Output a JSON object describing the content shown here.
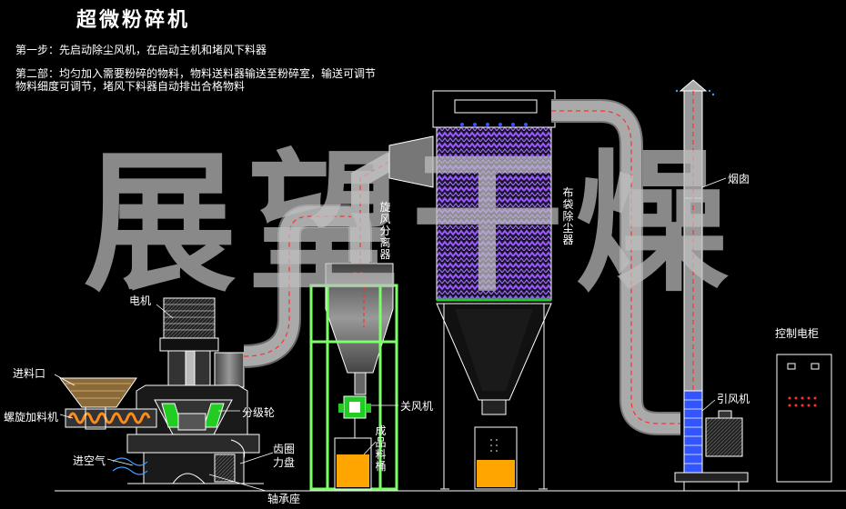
{
  "title": "超微粉碎机",
  "steps": [
    "第一步：先启动除尘风机，在启动主机和堵风下料器",
    "第二部：均匀加入需要粉碎的物料，物料送料器输送至粉碎室，输送可调节",
    "物料细度可调节，堵风下料器自动排出合格物料"
  ],
  "labels": {
    "motor": "电机",
    "feed_port": "进料口",
    "screw_feeder": "螺旋加料机",
    "classifier_wheel": "分级轮",
    "air_inlet": "进空气",
    "ring_gear": "齿圈",
    "force_plate": "力盘",
    "bearing_seat": "轴承座",
    "cyclone": "旋风分离器",
    "valve_fan": "关风机",
    "product_bucket": "成品料桶",
    "bag_filter": "布袋除尘器",
    "chimney": "烟囱",
    "induced_fan": "引风机",
    "control_cabinet": "控制电柜"
  },
  "watermark": "展望干燥",
  "colors": {
    "background": "#000000",
    "outline": "#ffffff",
    "frame": "#7dff6b",
    "bag": "#8a4dff",
    "airflow": "#ff3030",
    "material": "#ffa500",
    "valve": "#22cc22",
    "water": "#3355ff"
  }
}
